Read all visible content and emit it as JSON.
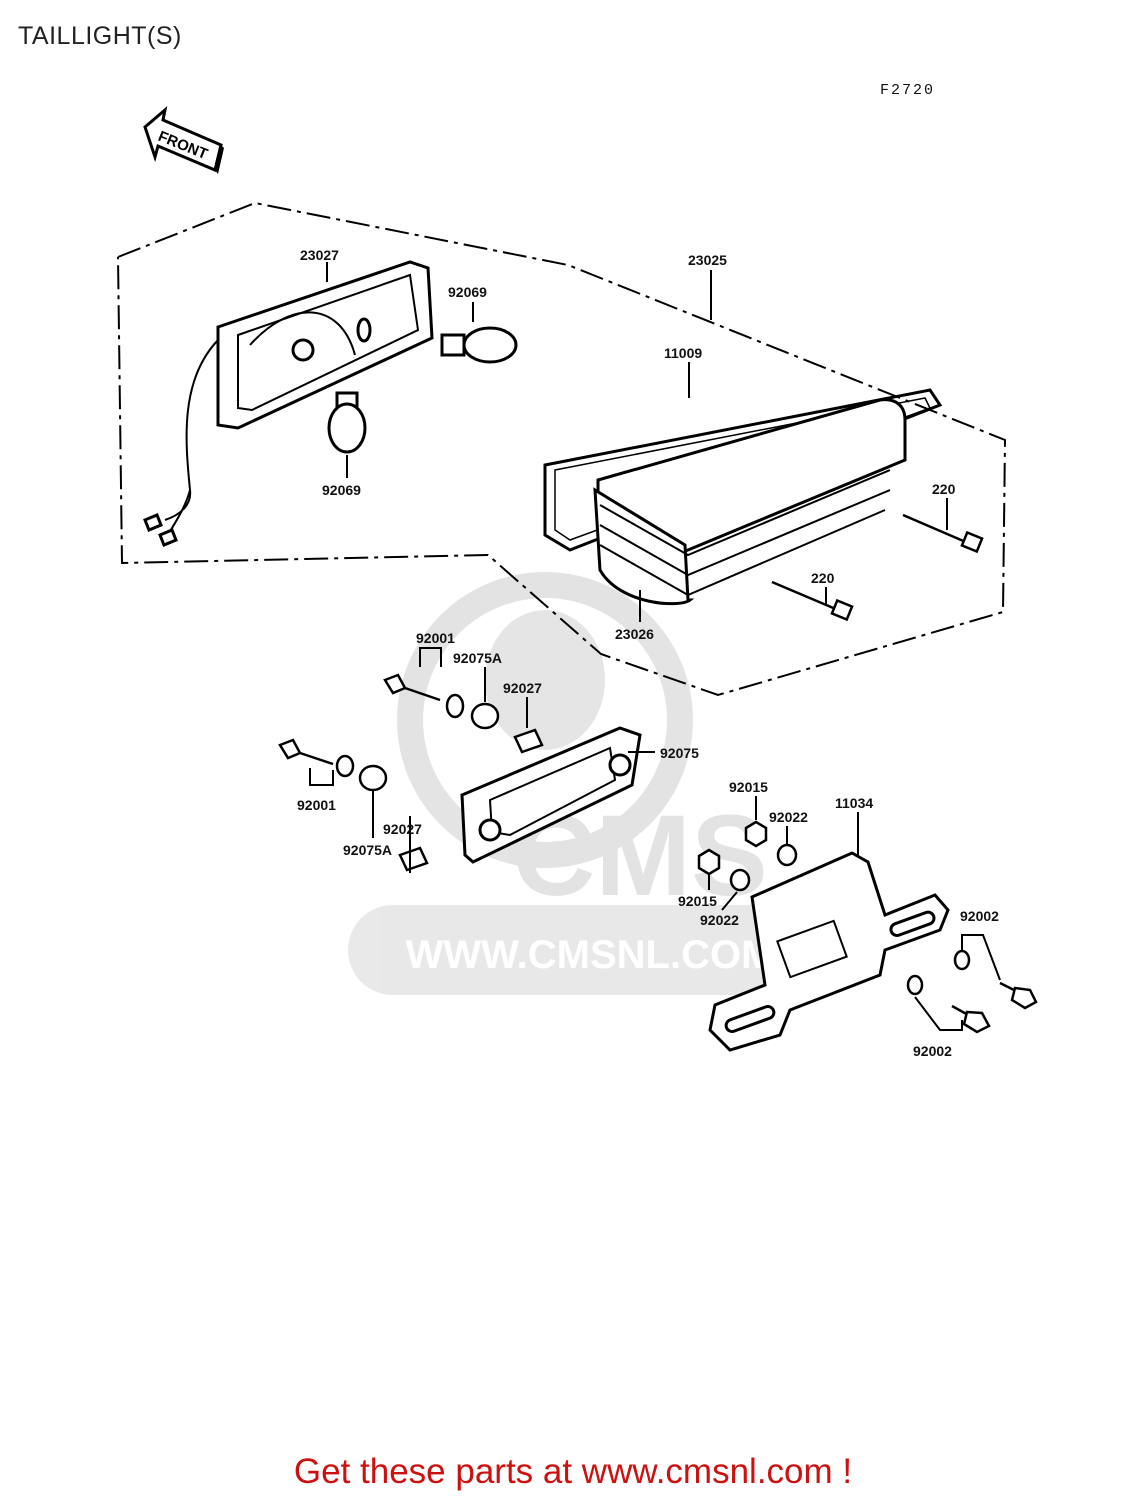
{
  "page": {
    "title": "TAILLIGHT(S)",
    "figure_code": "F2720",
    "footer_text": "Get these parts at www.cmsnl.com !",
    "footer_color": "#cc1111"
  },
  "front_arrow": {
    "label": "FRONT"
  },
  "watermark": {
    "url_text": "WWW.CMSNL.COM",
    "logo_text": "CMS"
  },
  "parts": [
    {
      "id": "p23027",
      "number": "23027"
    },
    {
      "id": "p92069a",
      "number": "92069"
    },
    {
      "id": "p92069b",
      "number": "92069"
    },
    {
      "id": "p23025",
      "number": "23025"
    },
    {
      "id": "p11009",
      "number": "11009"
    },
    {
      "id": "p220a",
      "number": "220"
    },
    {
      "id": "p220b",
      "number": "220"
    },
    {
      "id": "p23026",
      "number": "23026"
    },
    {
      "id": "p92001a",
      "number": "92001"
    },
    {
      "id": "p92075Aa",
      "number": "92075A"
    },
    {
      "id": "p92027a",
      "number": "92027"
    },
    {
      "id": "p92075",
      "number": "92075"
    },
    {
      "id": "p92001b",
      "number": "92001"
    },
    {
      "id": "p92027b",
      "number": "92027"
    },
    {
      "id": "p92075Ab",
      "number": "92075A"
    },
    {
      "id": "p92015a",
      "number": "92015"
    },
    {
      "id": "p92022a",
      "number": "92022"
    },
    {
      "id": "p11034",
      "number": "11034"
    },
    {
      "id": "p92015b",
      "number": "92015"
    },
    {
      "id": "p92022b",
      "number": "92022"
    },
    {
      "id": "p92002a",
      "number": "92002"
    },
    {
      "id": "p92002b",
      "number": "92002"
    }
  ]
}
